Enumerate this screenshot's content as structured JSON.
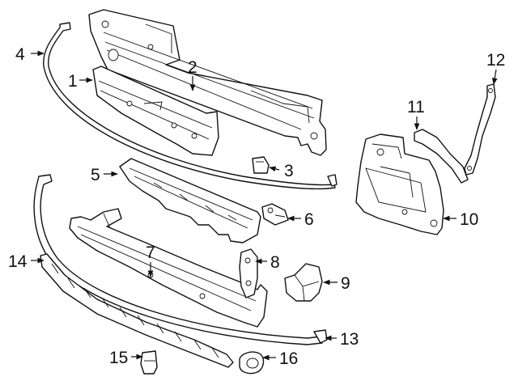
{
  "callouts": [
    {
      "number": "1"
    },
    {
      "number": "2"
    },
    {
      "number": "3"
    },
    {
      "number": "4"
    },
    {
      "number": "5"
    },
    {
      "number": "6"
    },
    {
      "number": "7"
    },
    {
      "number": "8"
    },
    {
      "number": "9"
    },
    {
      "number": "10"
    },
    {
      "number": "11"
    },
    {
      "number": "12"
    },
    {
      "number": "13"
    },
    {
      "number": "14"
    },
    {
      "number": "15"
    },
    {
      "number": "16"
    }
  ]
}
